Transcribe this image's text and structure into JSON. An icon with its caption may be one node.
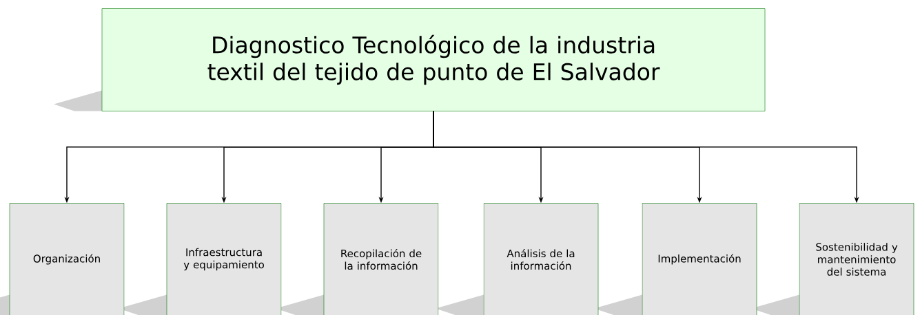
{
  "diagram": {
    "nodes": [
      {
        "text": [
          "Diagnostico Tecnológico de la industria textil del tejido de punto de El Salvador"
        ]
      },
      {
        "text": [
          "Organización"
        ]
      },
      {
        "text": [
          "Infraestructura y equipamiento"
        ]
      },
      {
        "text": [
          "Recopilación de la información"
        ]
      },
      {
        "text": [
          "Análisis de la información"
        ]
      },
      {
        "text": [
          "Implementación"
        ]
      },
      {
        "text": [
          "Sostenibilidad y mantenimiento del sistema"
        ]
      }
    ],
    "edges": [
      {
        "from": 0,
        "to": 1,
        "arrow": "to"
      },
      {
        "from": 0,
        "to": 2,
        "arrow": "to"
      },
      {
        "from": 0,
        "to": 3,
        "arrow": "to"
      },
      {
        "from": 0,
        "to": 4,
        "arrow": "to"
      },
      {
        "from": 0,
        "to": 5,
        "arrow": "to"
      },
      {
        "from": 0,
        "to": 6,
        "arrow": "to"
      }
    ]
  }
}
